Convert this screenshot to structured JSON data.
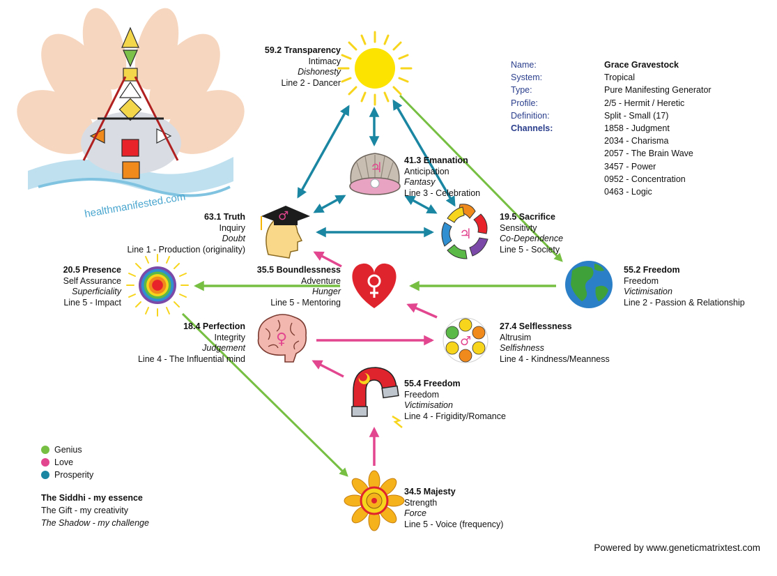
{
  "colors": {
    "genius": "#76bf43",
    "love": "#e2468f",
    "prosperity": "#1a86a2",
    "profile_key": "#2a3e8c"
  },
  "logo": {
    "text": "healthmanifested.com"
  },
  "profile": {
    "rows": [
      {
        "label": "Name:",
        "value": "Grace Gravestock",
        "bold_value": true
      },
      {
        "label": "System:",
        "value": "Tropical"
      },
      {
        "label": "Type:",
        "value": "Pure Manifesting Generator"
      },
      {
        "label": "Profile:",
        "value": "2/5 - Hermit / Heretic"
      },
      {
        "label": "Definition:",
        "value": "Split - Small (17)"
      },
      {
        "label": "Channels:",
        "value": "1858 - Judgment",
        "bold_label": true
      },
      {
        "label": "",
        "value": "2034 - Charisma"
      },
      {
        "label": "",
        "value": "2057 - The Brain Wave"
      },
      {
        "label": "",
        "value": "3457 - Power"
      },
      {
        "label": "",
        "value": "0952 - Concentration"
      },
      {
        "label": "",
        "value": "0463 - Logic"
      }
    ]
  },
  "nodes": {
    "transparency": {
      "siddhi": "59.2 Transparency",
      "gift": "Intimacy",
      "shadow": "Dishonesty",
      "line": "Line 2 - Dancer",
      "icon": "sun-icon"
    },
    "emanation": {
      "siddhi": "41.3 Emanation",
      "gift": "Anticipation",
      "shadow": "Fantasy",
      "line": "Line 3 - Celebration",
      "icon": "oyster-pearl-icon"
    },
    "truth": {
      "siddhi": "63.1 Truth",
      "gift": "Inquiry",
      "shadow": "Doubt",
      "line": "Line 1 - Production (originality)",
      "icon": "graduate-head-icon"
    },
    "sacrifice": {
      "siddhi": "19.5 Sacrifice",
      "gift": "Sensitivty",
      "shadow": "Co-Dependence",
      "line": "Line 5 - Society",
      "icon": "hands-circle-icon"
    },
    "presence": {
      "siddhi": "20.5 Presence",
      "gift": "Self Assurance",
      "shadow": "Superficiality",
      "line": "Line 5 - Impact",
      "icon": "rainbow-sun-icon"
    },
    "boundlessness": {
      "siddhi": "35.5 Boundlessness",
      "gift": "Adventure",
      "shadow": "Hunger",
      "line": "Line 5 - Mentoring",
      "icon": "heart-icon"
    },
    "freedom_earth": {
      "siddhi": "55.2 Freedom",
      "gift": "Freedom",
      "shadow": "Victimisation",
      "line": "Line 2 - Passion & Relationship",
      "icon": "earth-icon"
    },
    "perfection": {
      "siddhi": "18.4 Perfection",
      "gift": "Integrity",
      "shadow": "Judgement",
      "line": "Line 4 - The Influential mind",
      "icon": "brain-icon"
    },
    "selflessness": {
      "siddhi": "27.4 Selflessness",
      "gift": "Altrusim",
      "shadow": "Selfishness",
      "line": "Line 4 - Kindness/Meanness",
      "icon": "faces-wheel-icon"
    },
    "freedom_magnet": {
      "siddhi": "55.4 Freedom",
      "gift": "Freedom",
      "shadow": "Victimisation",
      "line": "Line 4 - Frigidity/Romance",
      "icon": "magnet-icon"
    },
    "majesty": {
      "siddhi": "34.5 Majesty",
      "gift": "Strength",
      "shadow": "Force",
      "line": "Line 5 - Voice (frequency)",
      "icon": "mandala-flower-icon"
    }
  },
  "legend": [
    {
      "label": "Genius",
      "color": "#76bf43"
    },
    {
      "label": "Love",
      "color": "#e2468f"
    },
    {
      "label": "Prosperity",
      "color": "#1a86a2"
    }
  ],
  "key": {
    "siddhi": "The Siddhi - my essence",
    "gift": "The Gift - my creativity",
    "shadow": "The Shadow - my challenge"
  },
  "footer": {
    "text": "Powered by www.geneticmatrixtest.com"
  }
}
